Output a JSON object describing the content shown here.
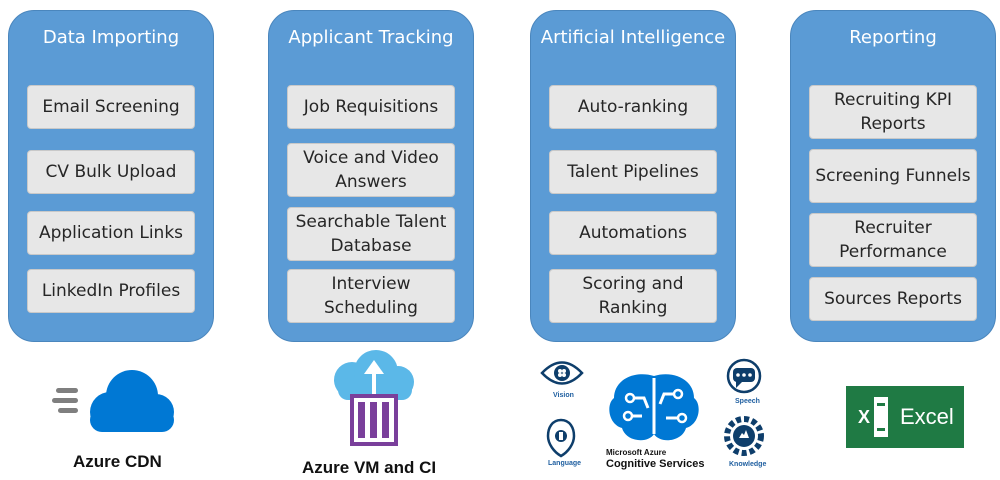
{
  "columns": [
    {
      "title": "Data Importing",
      "items": [
        "Email Screening",
        "CV Bulk Upload",
        "Application Links",
        "LinkedIn Profiles"
      ]
    },
    {
      "title": "Applicant Tracking",
      "items": [
        "Job Requisitions",
        "Voice and Video Answers",
        "Searchable Talent Database",
        "Interview Scheduling"
      ]
    },
    {
      "title": "Artificial Intelligence",
      "items": [
        "Auto-ranking",
        "Talent Pipelines",
        "Automations",
        "Scoring and Ranking"
      ]
    },
    {
      "title": "Reporting",
      "items": [
        "Recruiting KPI Reports",
        "Screening Funnels",
        "Recruiter Performance",
        "Sources Reports"
      ]
    }
  ],
  "logos": {
    "cdn": {
      "label": "Azure CDN",
      "icon": "cloud-icon"
    },
    "vm": {
      "label": "Azure VM and CI",
      "icon": "cloud-container-icon"
    },
    "cognitive": {
      "brand_line1": "Microsoft Azure",
      "brand_line2": "Cognitive Services",
      "icons": [
        "Vision",
        "Language",
        "Speech",
        "Knowledge"
      ]
    },
    "excel": {
      "letter": "X",
      "label": "Excel"
    }
  },
  "colors": {
    "column_fill": "#5b9bd5",
    "item_fill": "#e7e7e7",
    "azure_blue": "#0078d4",
    "excel_green": "#1f7a44",
    "container_purple": "#7a3f9b"
  }
}
